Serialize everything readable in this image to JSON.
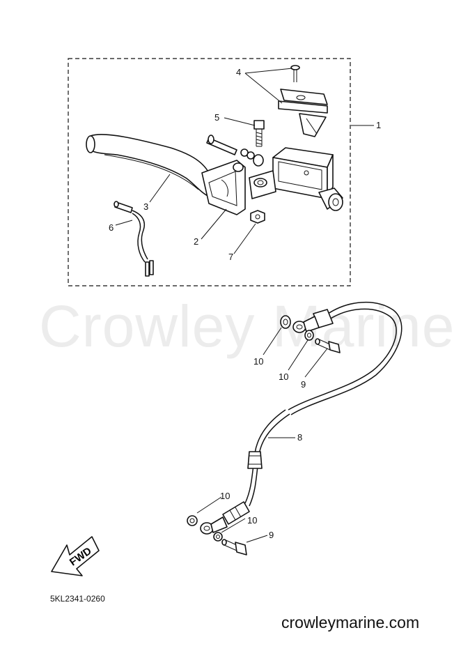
{
  "watermark": "Crowley Marine",
  "part_code": "5KL2341-0260",
  "site": "crowleymarine.com",
  "fwd_label": "FWD",
  "callouts": {
    "c1": "1",
    "c2": "2",
    "c3": "3",
    "c4": "4",
    "c5": "5",
    "c6": "6",
    "c7": "7",
    "c8": "8",
    "c9a": "9",
    "c9b": "9",
    "c10a": "10",
    "c10b": "10",
    "c10c": "10",
    "c10d": "10"
  }
}
